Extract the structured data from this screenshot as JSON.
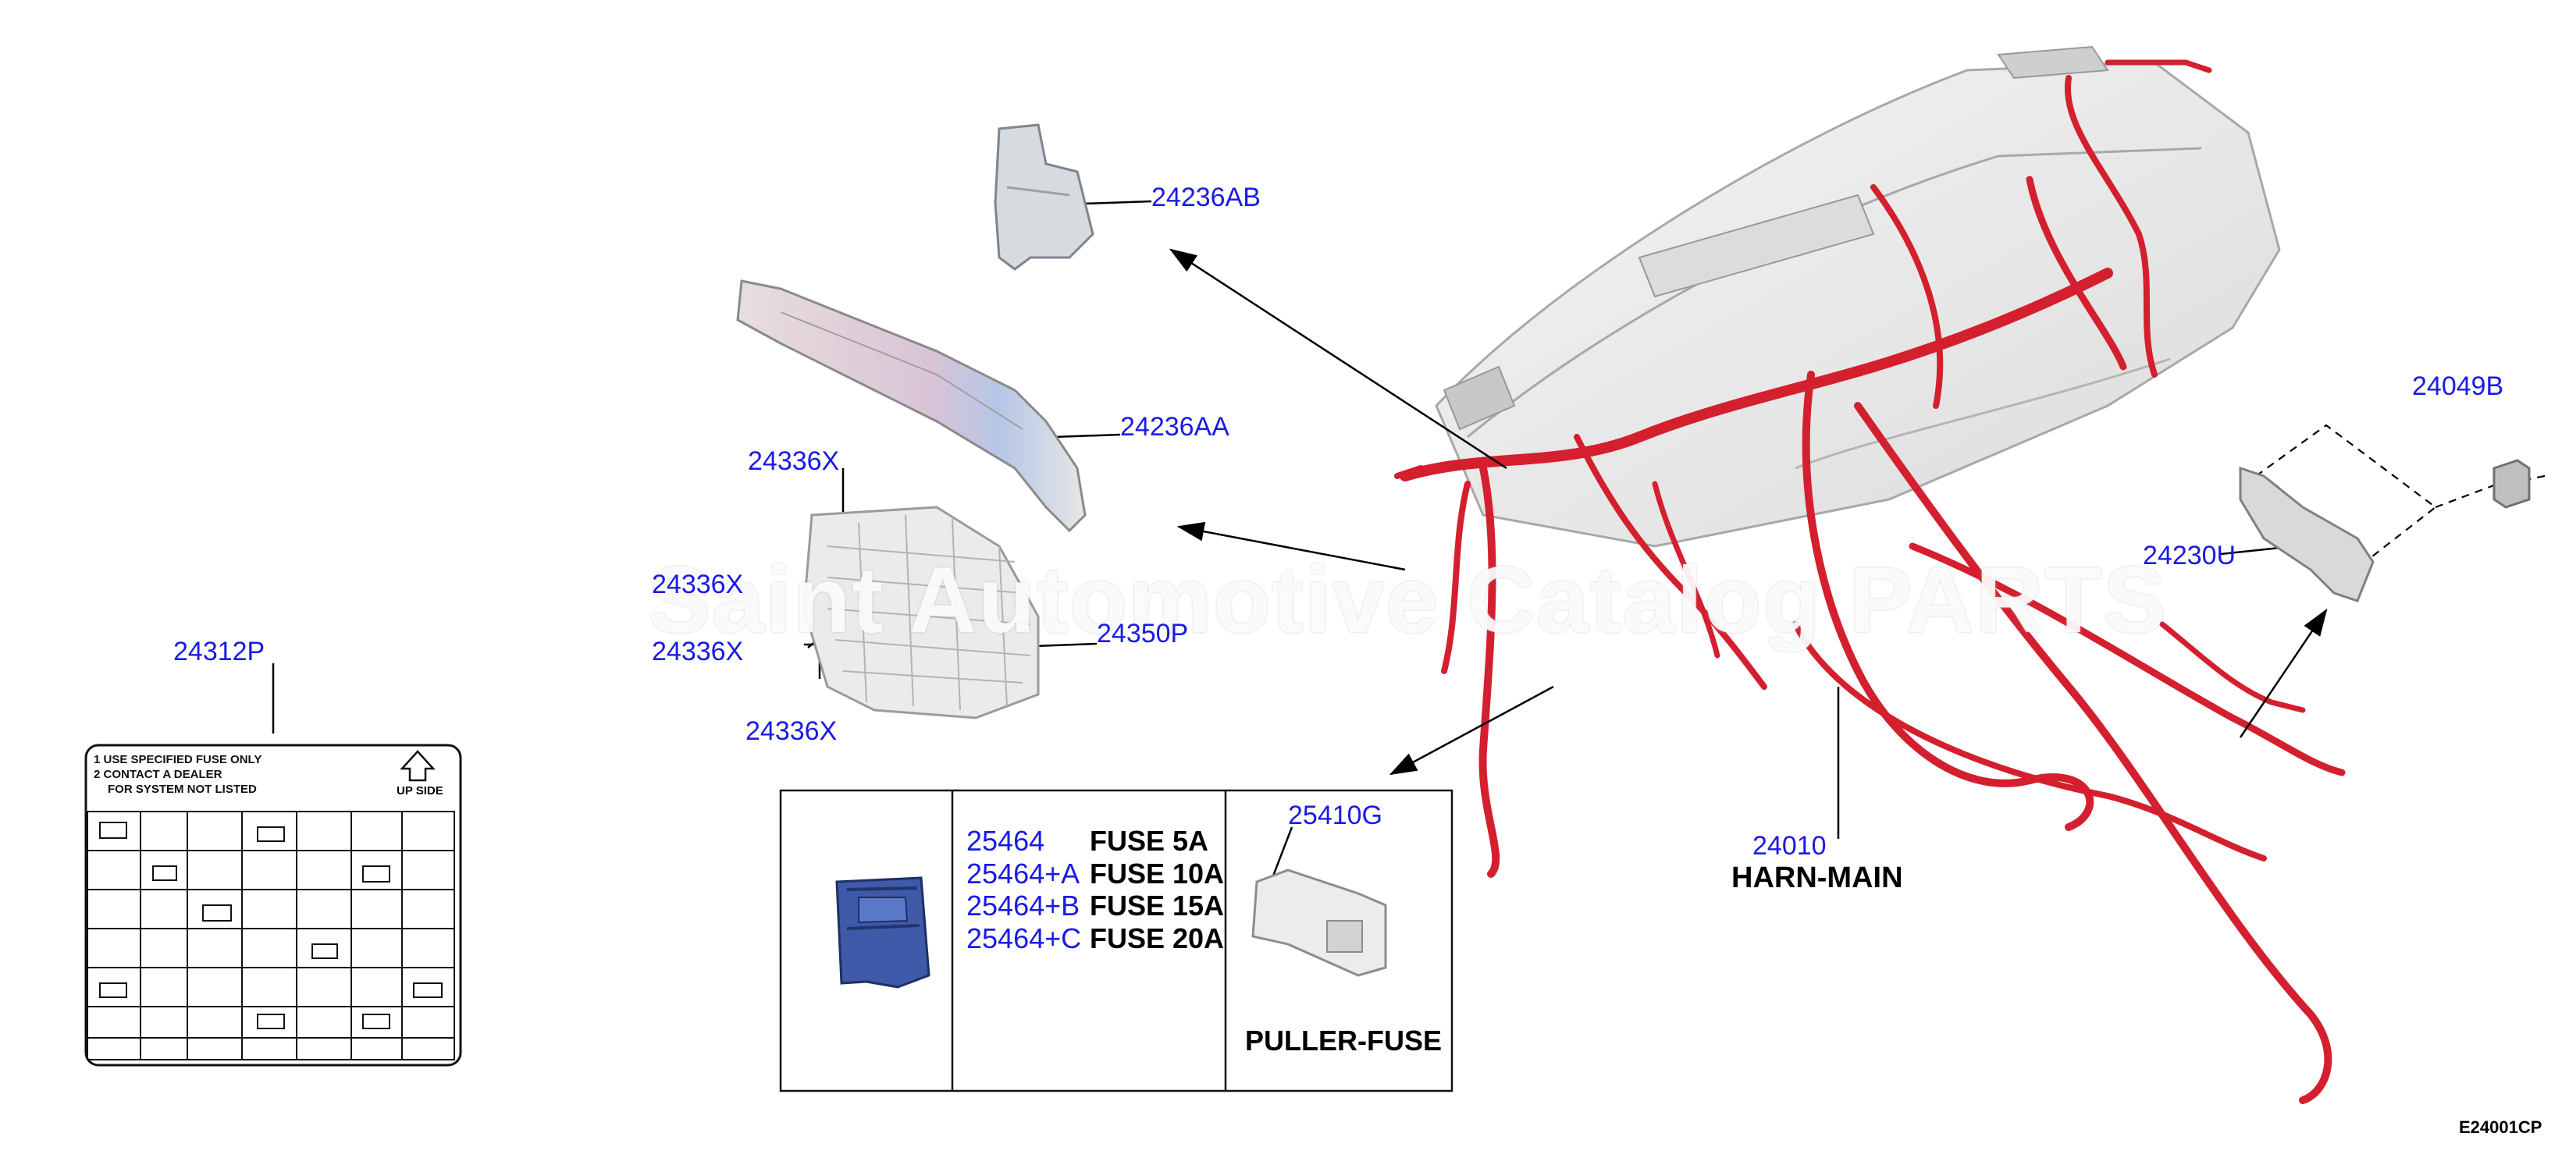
{
  "diagram_code": "E24001CP",
  "watermark": "Saint Automotive Catalog PARTS",
  "callouts": {
    "bracket": "24236AB",
    "duct": "24236AA",
    "fuse_box_top": "24336X",
    "fuse_box_left_mid": "24336X",
    "fuse_box_left_low": "24336X",
    "fuse_box_bottom": "24336X",
    "fuse_box_right": "24350P",
    "label_plate": "24312P",
    "harness": "24010",
    "clip": "24049B",
    "side_bracket": "24230U",
    "puller": "25410G"
  },
  "harness_name": "HARN-MAIN",
  "fuse_table": {
    "rows": [
      {
        "code": "25464",
        "desc": "FUSE 5A"
      },
      {
        "code": "25464+A",
        "desc": "FUSE 10A"
      },
      {
        "code": "25464+B",
        "desc": "FUSE 15A"
      },
      {
        "code": "25464+C",
        "desc": "FUSE 20A"
      }
    ],
    "puller_name": "PULLER-FUSE"
  },
  "label_plate": {
    "lines": [
      "1 USE SPECIFIED FUSE ONLY",
      "2 CONTACT A DEALER",
      "FOR SYSTEM NOT LISTED"
    ],
    "up_side": "UP SIDE"
  },
  "colors": {
    "callout": "#1a1ae6",
    "harness": "#d41f2e",
    "leader": "#000000"
  }
}
